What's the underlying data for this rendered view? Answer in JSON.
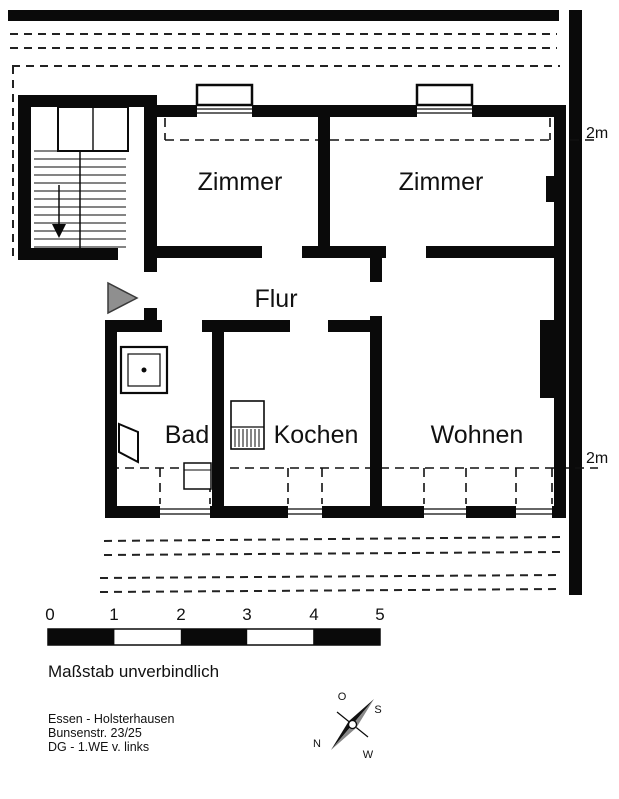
{
  "plan": {
    "rooms": [
      {
        "label": "Zimmer"
      },
      {
        "label": "Zimmer"
      },
      {
        "label": "Flur"
      },
      {
        "label": "Bad"
      },
      {
        "label": "Kochen"
      },
      {
        "label": "Wohnen"
      }
    ],
    "height_marks": {
      "top": "2m",
      "bottom": "2m"
    }
  },
  "scale_bar": {
    "ticks": [
      "0",
      "1",
      "2",
      "3",
      "4",
      "5"
    ],
    "caption": "Maßstab unverbindlich"
  },
  "address": {
    "line1": "Essen - Holsterhausen",
    "line2": "Bunsenstr. 23/25",
    "line3": "DG - 1.WE v. links"
  },
  "compass": {
    "n": "N",
    "o": "O",
    "s": "S",
    "w": "W"
  },
  "colors": {
    "wall": "#0a0a0a",
    "entrance_marker": "#8f8f8f"
  }
}
